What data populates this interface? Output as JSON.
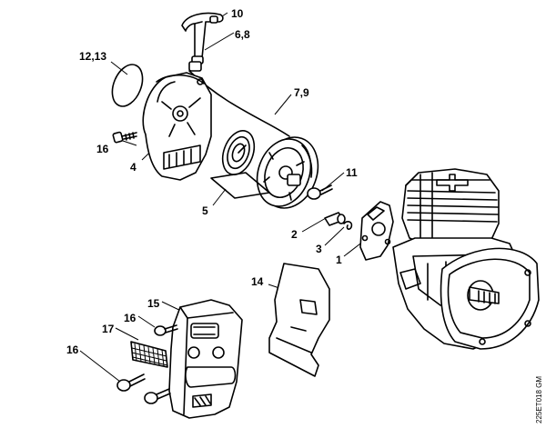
{
  "callouts": [
    {
      "id": "10",
      "text": "10"
    },
    {
      "id": "6_8",
      "text": "6,8"
    },
    {
      "id": "12_13",
      "text": "12,13"
    },
    {
      "id": "7_9",
      "text": "7,9"
    },
    {
      "id": "16a",
      "text": "16"
    },
    {
      "id": "4",
      "text": "4"
    },
    {
      "id": "5",
      "text": "5"
    },
    {
      "id": "11",
      "text": "11"
    },
    {
      "id": "2",
      "text": "2"
    },
    {
      "id": "3",
      "text": "3"
    },
    {
      "id": "1",
      "text": "1"
    },
    {
      "id": "14",
      "text": "14"
    },
    {
      "id": "15",
      "text": "15"
    },
    {
      "id": "16b",
      "text": "16"
    },
    {
      "id": "17",
      "text": "17"
    },
    {
      "id": "16c",
      "text": "16"
    }
  ],
  "drawing_code": "225ET018 GM"
}
